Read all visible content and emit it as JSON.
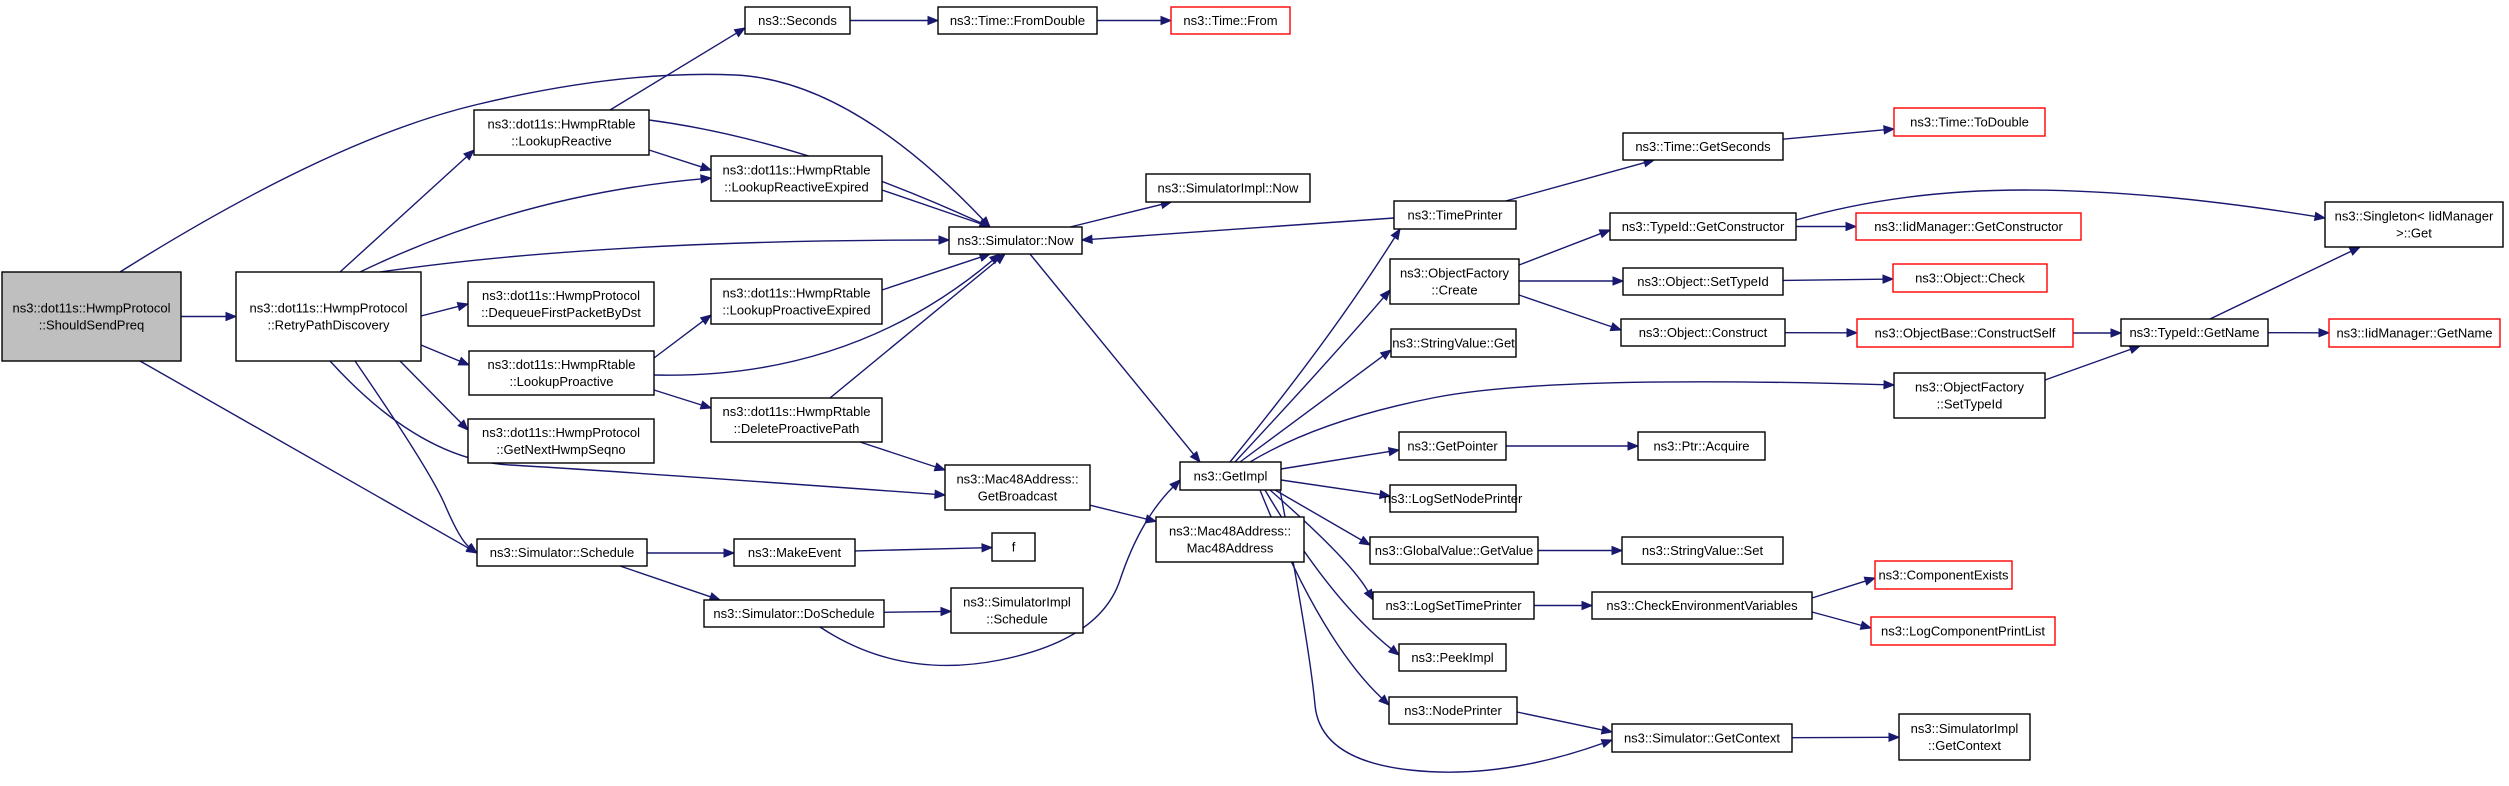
{
  "colors": {
    "edge": "#191970",
    "node_border": "#000000",
    "truncated_border": "#ff0000",
    "root_fill": "#bfbfbf",
    "node_fill": "#ffffff"
  },
  "nodes": {
    "should_send_preq": {
      "lines": [
        "ns3::dot11s::HwmpProtocol",
        "::ShouldSendPreq"
      ],
      "root": true
    },
    "retry_path_discovery": {
      "lines": [
        "ns3::dot11s::HwmpProtocol",
        "::RetryPathDiscovery"
      ]
    },
    "seconds": {
      "lines": [
        "ns3::Seconds"
      ]
    },
    "time_from_double": {
      "lines": [
        "ns3::Time::FromDouble"
      ]
    },
    "time_from": {
      "lines": [
        "ns3::Time::From"
      ],
      "truncated": true
    },
    "lookup_reactive": {
      "lines": [
        "ns3::dot11s::HwmpRtable",
        "::LookupReactive"
      ]
    },
    "lookup_reactive_expired": {
      "lines": [
        "ns3::dot11s::HwmpRtable",
        "::LookupReactiveExpired"
      ]
    },
    "simulator_now": {
      "lines": [
        "ns3::Simulator::Now"
      ]
    },
    "simulator_impl_now": {
      "lines": [
        "ns3::SimulatorImpl::Now"
      ]
    },
    "dequeue_first_packet": {
      "lines": [
        "ns3::dot11s::HwmpProtocol",
        "::DequeueFirstPacketByDst"
      ]
    },
    "lookup_proactive_expired": {
      "lines": [
        "ns3::dot11s::HwmpRtable",
        "::LookupProactiveExpired"
      ]
    },
    "lookup_proactive": {
      "lines": [
        "ns3::dot11s::HwmpRtable",
        "::LookupProactive"
      ]
    },
    "delete_proactive_path": {
      "lines": [
        "ns3::dot11s::HwmpRtable",
        "::DeleteProactivePath"
      ]
    },
    "get_next_hwmp_seqno": {
      "lines": [
        "ns3::dot11s::HwmpProtocol",
        "::GetNextHwmpSeqno"
      ]
    },
    "get_broadcast": {
      "lines": [
        "ns3::Mac48Address::",
        "GetBroadcast"
      ]
    },
    "mac48_address": {
      "lines": [
        "ns3::Mac48Address::",
        "Mac48Address"
      ]
    },
    "simulator_schedule": {
      "lines": [
        "ns3::Simulator::Schedule"
      ]
    },
    "make_event": {
      "lines": [
        "ns3::MakeEvent"
      ]
    },
    "f": {
      "lines": [
        "f"
      ]
    },
    "do_schedule": {
      "lines": [
        "ns3::Simulator::DoSchedule"
      ]
    },
    "simulator_impl_schedule": {
      "lines": [
        "ns3::SimulatorImpl",
        "::Schedule"
      ]
    },
    "get_impl": {
      "lines": [
        "ns3::GetImpl"
      ]
    },
    "time_printer": {
      "lines": [
        "ns3::TimePrinter"
      ]
    },
    "time_get_seconds": {
      "lines": [
        "ns3::Time::GetSeconds"
      ]
    },
    "time_to_double": {
      "lines": [
        "ns3::Time::ToDouble"
      ],
      "truncated": true
    },
    "object_factory_create": {
      "lines": [
        "ns3::ObjectFactory",
        "::Create"
      ]
    },
    "typeid_get_constructor": {
      "lines": [
        "ns3::TypeId::GetConstructor"
      ]
    },
    "iid_manager_get_constructor": {
      "lines": [
        "ns3::IidManager::GetConstructor"
      ],
      "truncated": true
    },
    "singleton_get": {
      "lines": [
        "ns3::Singleton< IidManager",
        ">::Get"
      ]
    },
    "object_set_type_id": {
      "lines": [
        "ns3::Object::SetTypeId"
      ]
    },
    "object_check": {
      "lines": [
        "ns3::Object::Check"
      ],
      "truncated": true
    },
    "object_construct": {
      "lines": [
        "ns3::Object::Construct"
      ]
    },
    "construct_self": {
      "lines": [
        "ns3::ObjectBase::ConstructSelf"
      ],
      "truncated": true
    },
    "typeid_get_name": {
      "lines": [
        "ns3::TypeId::GetName"
      ]
    },
    "iid_manager_get_name": {
      "lines": [
        "ns3::IidManager::GetName"
      ],
      "truncated": true
    },
    "string_value_get": {
      "lines": [
        "ns3::StringValue::Get"
      ]
    },
    "object_factory_set_type_id": {
      "lines": [
        "ns3::ObjectFactory",
        "::SetTypeId"
      ]
    },
    "get_pointer": {
      "lines": [
        "ns3::GetPointer"
      ]
    },
    "ptr_acquire": {
      "lines": [
        "ns3::Ptr::Acquire"
      ]
    },
    "log_set_node_printer": {
      "lines": [
        "ns3::LogSetNodePrinter"
      ]
    },
    "global_value_get_value": {
      "lines": [
        "ns3::GlobalValue::GetValue"
      ]
    },
    "string_value_set": {
      "lines": [
        "ns3::StringValue::Set"
      ]
    },
    "log_set_time_printer": {
      "lines": [
        "ns3::LogSetTimePrinter"
      ]
    },
    "check_env_vars": {
      "lines": [
        "ns3::CheckEnvironmentVariables"
      ]
    },
    "component_exists": {
      "lines": [
        "ns3::ComponentExists"
      ],
      "truncated": true
    },
    "log_component_print_list": {
      "lines": [
        "ns3::LogComponentPrintList"
      ],
      "truncated": true
    },
    "peek_impl": {
      "lines": [
        "ns3::PeekImpl"
      ]
    },
    "node_printer": {
      "lines": [
        "ns3::NodePrinter"
      ]
    },
    "simulator_get_context": {
      "lines": [
        "ns3::Simulator::GetContext"
      ]
    },
    "simulator_impl_get_context": {
      "lines": [
        "ns3::SimulatorImpl",
        "::GetContext"
      ]
    }
  },
  "edges": [
    [
      "should_send_preq",
      "retry_path_discovery"
    ],
    [
      "should_send_preq",
      "simulator_now"
    ],
    [
      "should_send_preq",
      "simulator_schedule"
    ],
    [
      "retry_path_discovery",
      "lookup_reactive"
    ],
    [
      "retry_path_discovery",
      "lookup_reactive_expired"
    ],
    [
      "retry_path_discovery",
      "simulator_now"
    ],
    [
      "retry_path_discovery",
      "dequeue_first_packet"
    ],
    [
      "retry_path_discovery",
      "lookup_proactive"
    ],
    [
      "retry_path_discovery",
      "get_next_hwmp_seqno"
    ],
    [
      "retry_path_discovery",
      "get_broadcast"
    ],
    [
      "retry_path_discovery",
      "simulator_schedule"
    ],
    [
      "seconds",
      "time_from_double"
    ],
    [
      "time_from_double",
      "time_from"
    ],
    [
      "lookup_reactive",
      "seconds"
    ],
    [
      "lookup_reactive",
      "lookup_reactive_expired"
    ],
    [
      "lookup_reactive",
      "simulator_now"
    ],
    [
      "lookup_reactive_expired",
      "simulator_now"
    ],
    [
      "simulator_now",
      "simulator_impl_now"
    ],
    [
      "simulator_now",
      "get_impl"
    ],
    [
      "lookup_proactive",
      "lookup_proactive_expired"
    ],
    [
      "lookup_proactive",
      "simulator_now"
    ],
    [
      "lookup_proactive",
      "delete_proactive_path"
    ],
    [
      "lookup_proactive_expired",
      "simulator_now"
    ],
    [
      "delete_proactive_path",
      "simulator_now"
    ],
    [
      "delete_proactive_path",
      "get_broadcast"
    ],
    [
      "get_broadcast",
      "mac48_address"
    ],
    [
      "simulator_schedule",
      "make_event"
    ],
    [
      "simulator_schedule",
      "do_schedule"
    ],
    [
      "make_event",
      "f"
    ],
    [
      "do_schedule",
      "simulator_impl_schedule"
    ],
    [
      "do_schedule",
      "get_impl"
    ],
    [
      "time_printer",
      "time_get_seconds"
    ],
    [
      "time_printer",
      "simulator_now"
    ],
    [
      "time_get_seconds",
      "time_to_double"
    ],
    [
      "get_impl",
      "time_printer"
    ],
    [
      "get_impl",
      "object_factory_create"
    ],
    [
      "get_impl",
      "string_value_get"
    ],
    [
      "get_impl",
      "object_factory_set_type_id"
    ],
    [
      "get_impl",
      "get_pointer"
    ],
    [
      "get_impl",
      "log_set_node_printer"
    ],
    [
      "get_impl",
      "global_value_get_value"
    ],
    [
      "get_impl",
      "log_set_time_printer"
    ],
    [
      "get_impl",
      "peek_impl"
    ],
    [
      "get_impl",
      "node_printer"
    ],
    [
      "get_impl",
      "simulator_get_context"
    ],
    [
      "object_factory_create",
      "typeid_get_constructor"
    ],
    [
      "object_factory_create",
      "object_set_type_id"
    ],
    [
      "object_factory_create",
      "object_construct"
    ],
    [
      "typeid_get_constructor",
      "iid_manager_get_constructor"
    ],
    [
      "typeid_get_constructor",
      "singleton_get"
    ],
    [
      "object_set_type_id",
      "object_check"
    ],
    [
      "object_construct",
      "construct_self"
    ],
    [
      "construct_self",
      "typeid_get_name"
    ],
    [
      "object_factory_set_type_id",
      "typeid_get_name"
    ],
    [
      "typeid_get_name",
      "singleton_get"
    ],
    [
      "typeid_get_name",
      "iid_manager_get_name"
    ],
    [
      "get_pointer",
      "ptr_acquire"
    ],
    [
      "global_value_get_value",
      "string_value_set"
    ],
    [
      "log_set_time_printer",
      "check_env_vars"
    ],
    [
      "check_env_vars",
      "component_exists"
    ],
    [
      "check_env_vars",
      "log_component_print_list"
    ],
    [
      "node_printer",
      "simulator_get_context"
    ],
    [
      "simulator_get_context",
      "simulator_impl_get_context"
    ]
  ]
}
